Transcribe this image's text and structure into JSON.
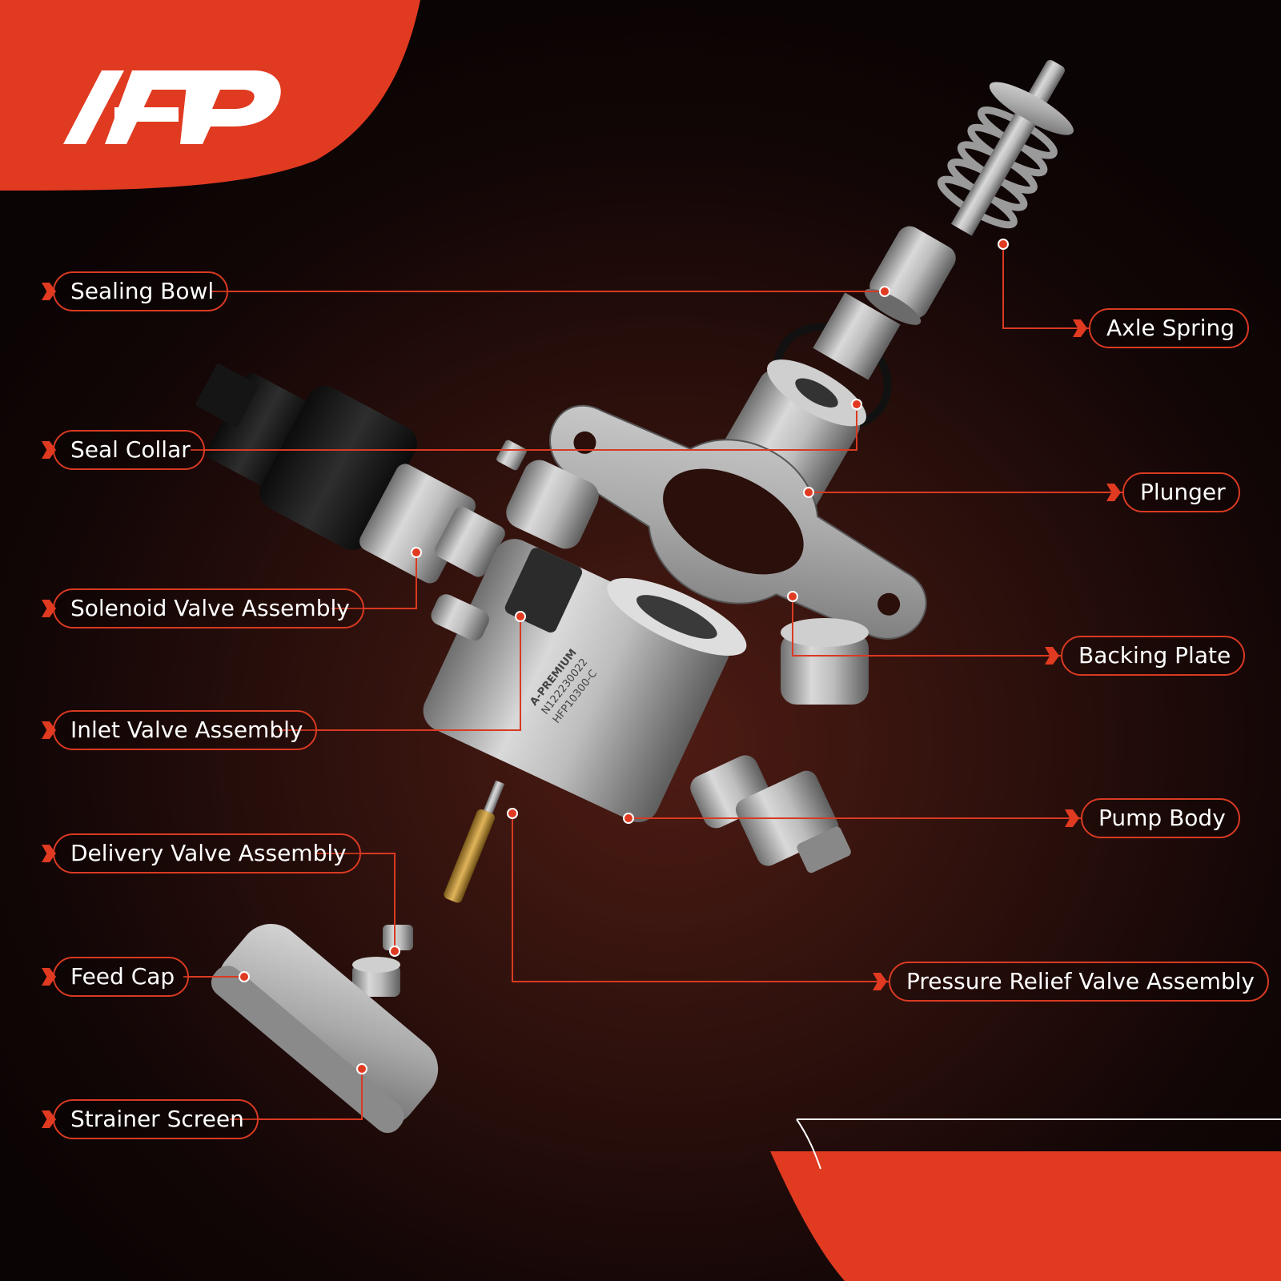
{
  "brand": {
    "logo": "AP",
    "accent": "#e03a21"
  },
  "product": {
    "brand_text": "A-PREMIUM",
    "code_1": "N122230022",
    "code_2": "HFP10300-C"
  },
  "labels_left": [
    {
      "key": "sealing-bowl",
      "text": "Sealing Bowl"
    },
    {
      "key": "seal-collar",
      "text": "Seal Collar"
    },
    {
      "key": "solenoid-valve-assembly",
      "text": "Solenoid Valve Assembly"
    },
    {
      "key": "inlet-valve-assembly",
      "text": "Inlet Valve Assembly"
    },
    {
      "key": "delivery-valve-assembly",
      "text": "Delivery Valve Assembly"
    },
    {
      "key": "feed-cap",
      "text": "Feed Cap"
    },
    {
      "key": "strainer-screen",
      "text": "Strainer Screen"
    }
  ],
  "labels_right": [
    {
      "key": "axle-spring",
      "text": "Axle Spring"
    },
    {
      "key": "plunger",
      "text": "Plunger"
    },
    {
      "key": "backing-plate",
      "text": "Backing Plate"
    },
    {
      "key": "pump-body",
      "text": "Pump Body"
    },
    {
      "key": "pressure-relief-valve-assembly",
      "text": "Pressure Relief Valve Assembly"
    }
  ]
}
